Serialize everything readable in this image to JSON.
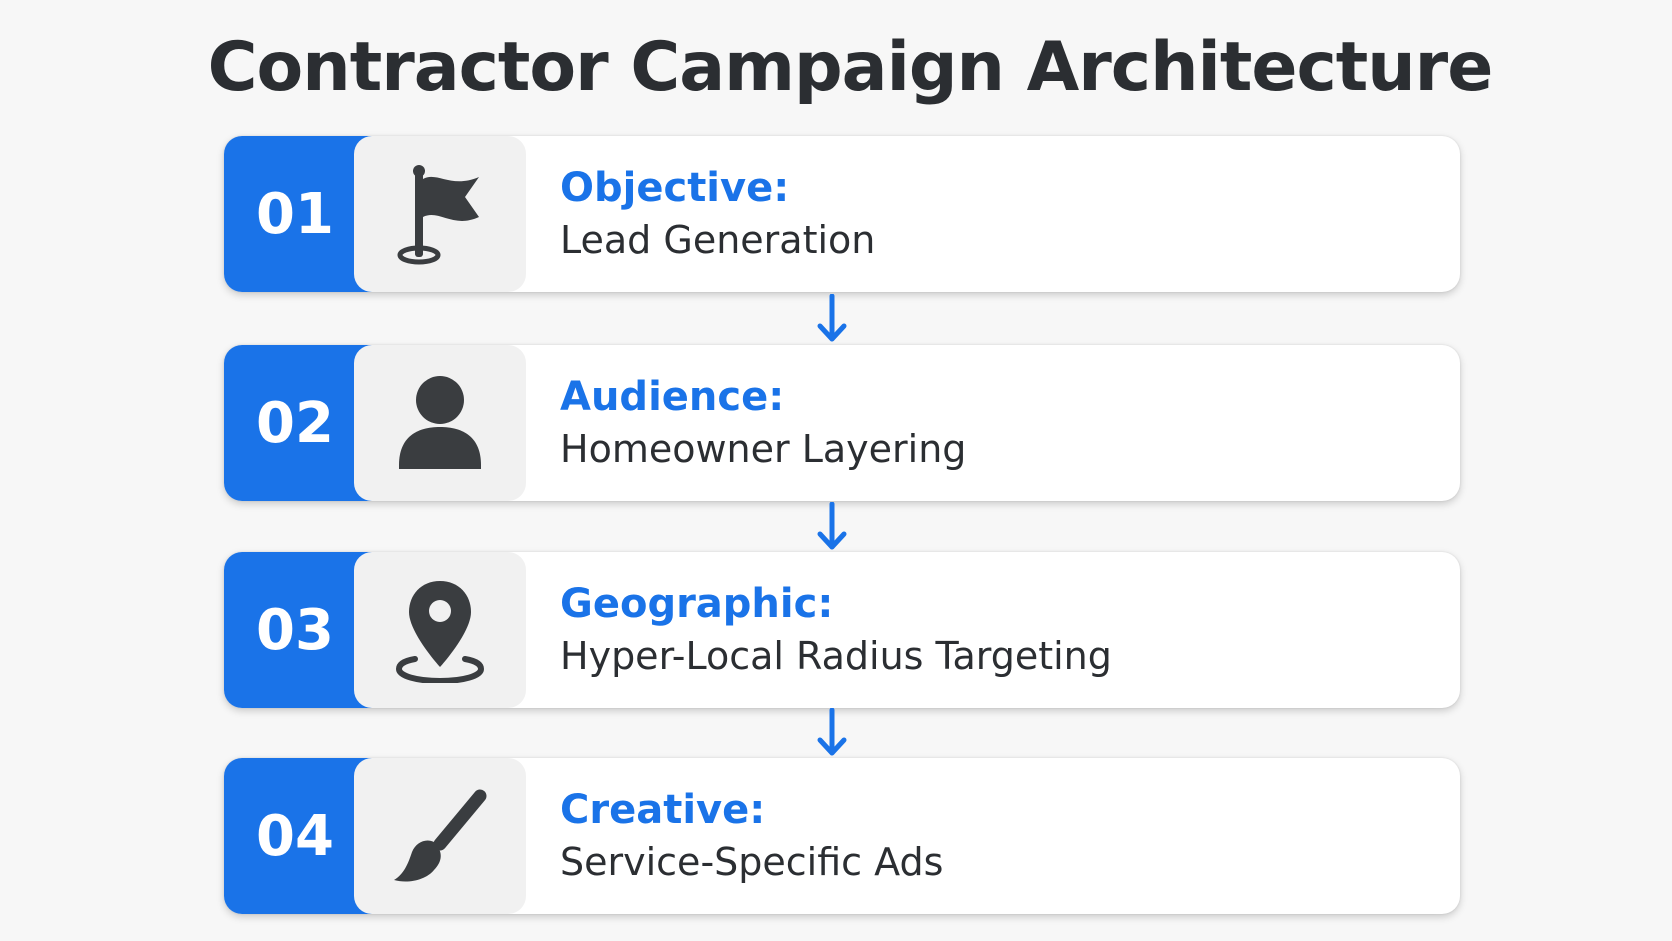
{
  "title": "Contractor Campaign Architecture",
  "colors": {
    "accent": "#1a73e8",
    "text": "#2b2e32",
    "icon": "#3a3d40",
    "icon_bg": "#f1f1f1",
    "background": "#f7f7f7"
  },
  "steps": [
    {
      "number": "01",
      "icon": "flag-icon",
      "label": "Objective:",
      "value": "Lead Generation"
    },
    {
      "number": "02",
      "icon": "person-icon",
      "label": "Audience:",
      "value": "Homeowner Layering"
    },
    {
      "number": "03",
      "icon": "location-pin-icon",
      "label": "Geographic:",
      "value": "Hyper-Local Radius Targeting"
    },
    {
      "number": "04",
      "icon": "paintbrush-icon",
      "label": "Creative:",
      "value": "Service-Specific Ads"
    }
  ]
}
